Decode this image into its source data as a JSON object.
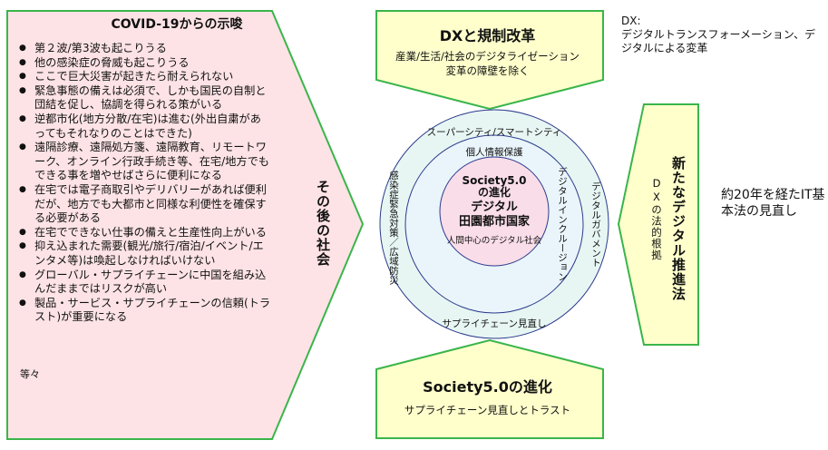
{
  "left_panel": {
    "title": "COVID-19からの示唆",
    "bullets": [
      "第２波/第3波も起こりうる",
      "他の感染症の脅威も起こりうる",
      "ここで巨大災害が起きたら耐えられない",
      "緊急事態の備えは必須で、しかも国民の自制と団結を促し、協調を得られる策がいる",
      "逆都市化(地方分散/在宅)は進む(外出自粛があってもそれなりのことはできた)",
      "遠隔診療、遠隔処方箋、遠隔教育、リモートワーク、オンライン行政手続き等、在宅/地方でもできる事を増やせばさらに便利になる",
      "在宅では電子商取引やデリバリーがあれば便利だが、地方でも大都市と同様な利便性を確保する必要がある",
      "在宅でできない仕事の備えと生産性向上がいる",
      "抑え込まれた需要(観光/旅行/宿泊/イベント/エンタメ等)は喚起しなければいけない",
      "グローバル・サプライチェーンに中国を組み込んだままではリスクが高い",
      "製品・サービス・サプライチェーンの信頼(トラスト)が重要になる"
    ],
    "etc": "等々",
    "side_label": "その後の社会"
  },
  "top_box": {
    "title": "DXと規制改革",
    "subtitle": "産業/生活/社会のデジタライゼーション変革の障壁を除く"
  },
  "dx_note": "DX:\nデジタルトランスフォーメーション、デジタルによる変革",
  "bottom_box": {
    "title": "Society5.0の進化",
    "subtitle": "サプライチェーン見直しとトラスト"
  },
  "right_box": {
    "title": "新たなデジタル推進法",
    "subtitle": "DXの法的根拠"
  },
  "right_note": "約20年を経たIT基本法の見直し",
  "circles": {
    "outer_top": "スーパーシティ/スマートシティ",
    "outer_bottom": "サプライチェーン見直し",
    "outer_left": "感染症緊急対策／広域防災",
    "outer_right": "デジタルガバメント",
    "middle_top": "個人情報保護",
    "middle_right": "デジタルインクルージョン",
    "core_line1": "Society5.0\nの進化",
    "core_line2": "デジタル\n田園都市国家",
    "core_line3": "人間中心のデジタル社会"
  },
  "colors": {
    "left_fill": "#fde3e6",
    "green_stroke": "#3ab54a",
    "yellow_fill": "#ffffcc",
    "outer_circle": "#e7f6f3",
    "middle_circle": "#eaf5fb",
    "core_circle": "#f9dde8",
    "circle_stroke": "#2b3a8c"
  }
}
